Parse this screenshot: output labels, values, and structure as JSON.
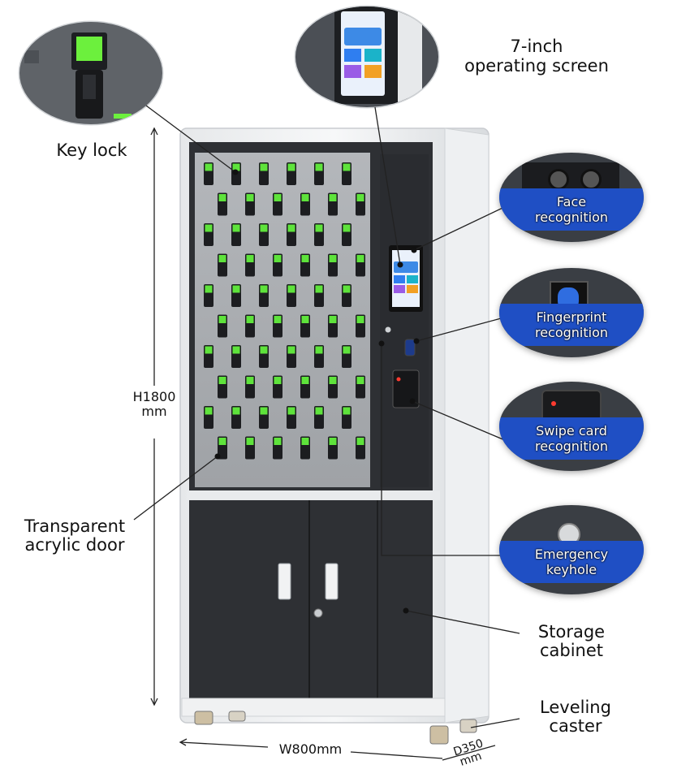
{
  "labels": {
    "key_lock": "Key lock",
    "screen_line1": "7-inch",
    "screen_line2": "operating screen",
    "transparent_line1": "Transparent",
    "transparent_line2": "acrylic door",
    "storage_line1": "Storage",
    "storage_line2": "cabinet",
    "leveling_line1": "Leveling",
    "leveling_line2": "caster"
  },
  "callouts": {
    "face": [
      "Face",
      "recognition"
    ],
    "fingerprint": [
      "Fingerprint",
      "recognition"
    ],
    "swipe": [
      "Swipe card",
      "recognition"
    ],
    "keyhole": [
      "Emergency",
      "keyhole"
    ]
  },
  "dimensions": {
    "height_value": "H1800",
    "height_unit": "mm",
    "width": "W800mm",
    "depth_value": "D350",
    "depth_unit": "mm"
  },
  "colors": {
    "cabinet_body": "#f2f3f4",
    "cabinet_dark": "#2e3034",
    "key_panel": "#a9acb0",
    "key_led": "#5ee33b",
    "callout_band": "#1f4fc4"
  },
  "key_grid": {
    "columns": 6,
    "rows": 10,
    "leds_shown": 60
  }
}
